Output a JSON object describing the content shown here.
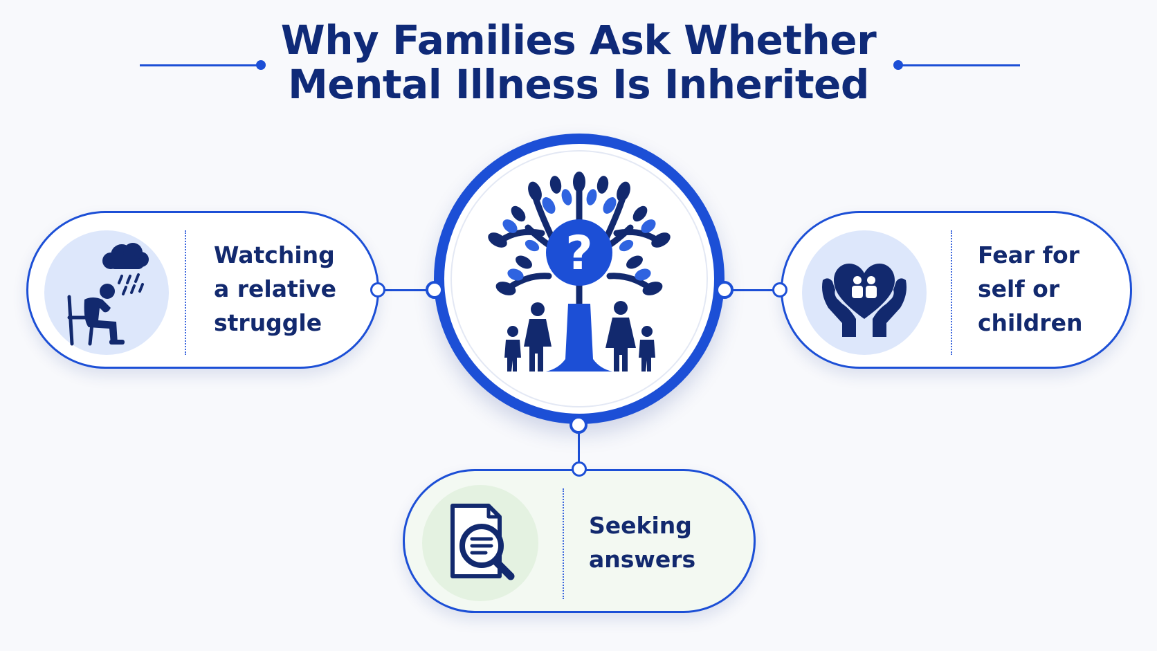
{
  "title": {
    "line1": "Why Families Ask Whether",
    "line2": "Mental Illness Is Inherited"
  },
  "colors": {
    "accent": "#1c4fd6",
    "navy": "#12296e",
    "left_icon_bg": "#dde7fb",
    "right_icon_bg": "#dde7fb",
    "bottom_icon_bg": "#e4f2e1",
    "bottom_card_bg": "#f3f9f2"
  },
  "hub": {
    "icon": "family-tree-question-icon",
    "glyph": "?"
  },
  "cards": {
    "left": {
      "icon": "person-under-raincloud-icon",
      "lines": [
        "Watching",
        "a relative",
        "struggle"
      ]
    },
    "right": {
      "icon": "hands-holding-heart-family-icon",
      "lines": [
        "Fear for",
        "self or",
        "children"
      ]
    },
    "bottom": {
      "icon": "document-magnifier-icon",
      "lines": [
        "Seeking",
        "answers"
      ]
    }
  }
}
